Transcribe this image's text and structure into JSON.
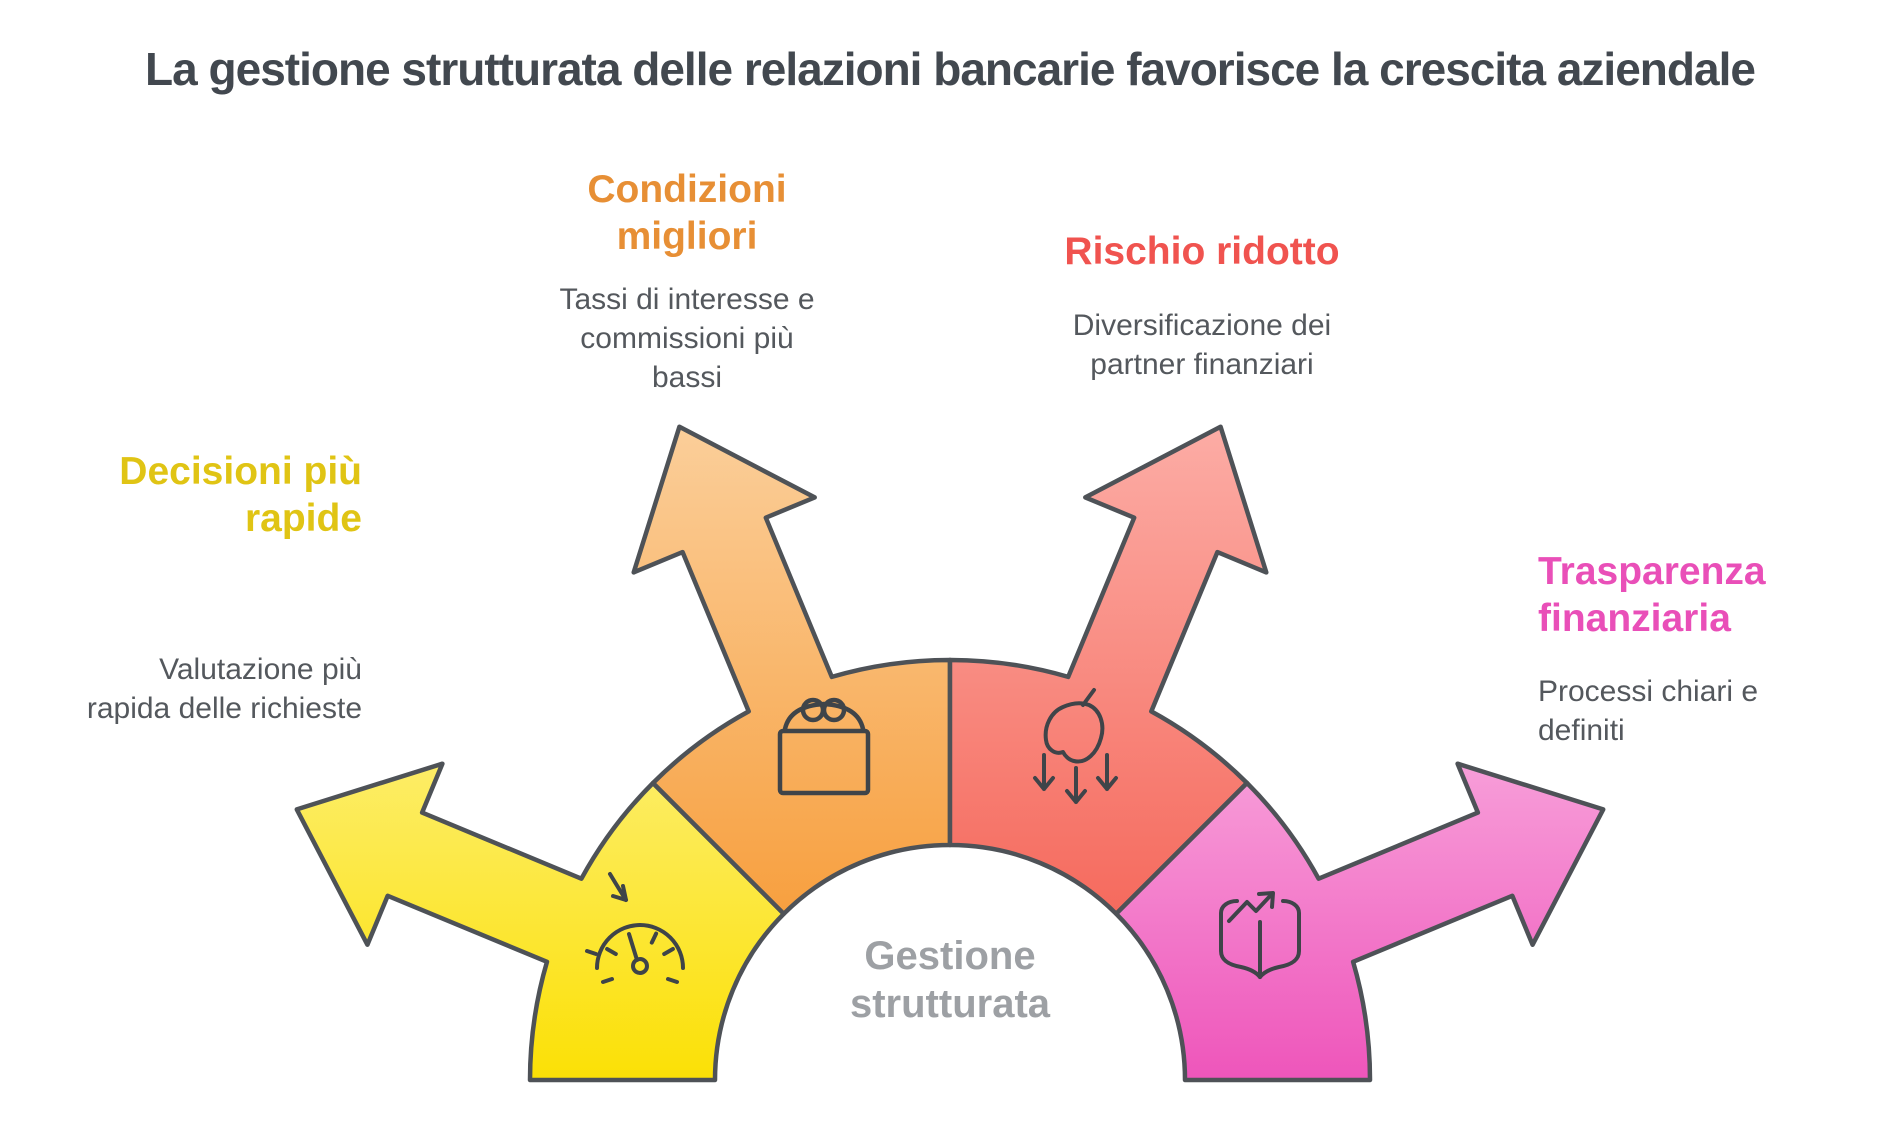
{
  "title": "La gestione strutturata delle relazioni bancarie favorisce la crescita aziendale",
  "center_label": {
    "line1": "Gestione",
    "line2": "strutturata"
  },
  "colors": {
    "yellow_fill_top": "#FDEE6E",
    "yellow_fill_bottom": "#FBE004",
    "orange_fill_top": "#FBCF9B",
    "orange_fill_bottom": "#F79E3C",
    "red_fill_top": "#FCADA6",
    "red_fill_bottom": "#F5685B",
    "pink_fill_top": "#F8A3DB",
    "pink_fill_bottom": "#EE54BA",
    "outline": "#4E5257",
    "icon_stroke": "#3F4449",
    "main_title_text": "#42484F",
    "subtitle_text": "#54585D",
    "center_text": "#9DA0A4",
    "yellow_title_text": "#E0C414",
    "orange_title_text": "#E78F35",
    "red_title_text": "#F0534F",
    "pink_title_text": "#E94FB8"
  },
  "segments": [
    {
      "name": "decisioni-piu-rapide",
      "title": "Decisioni più rapide",
      "title_lines": [
        "Decisioni più",
        "rapide"
      ],
      "description": "Valutazione più rapida delle richieste",
      "desc_lines": [
        "Valutazione più",
        "rapida delle richieste"
      ],
      "icon": "speedometer-icon"
    },
    {
      "name": "condizioni-migliori",
      "title": "Condizioni migliori",
      "title_lines": [
        "Condizioni",
        "migliori"
      ],
      "description": "Tassi di interesse e commissioni più bassi",
      "desc_lines": [
        "Tassi di interesse e",
        "commissioni più",
        "bassi"
      ],
      "icon": "coin-purse-icon"
    },
    {
      "name": "rischio-ridotto",
      "title": "Rischio ridotto",
      "title_lines": [
        "Rischio ridotto"
      ],
      "description": "Diversificazione dei partner finanziari",
      "desc_lines": [
        "Diversificazione dei",
        "partner finanziari"
      ],
      "icon": "falling-apple-icon"
    },
    {
      "name": "trasparenza-finanziaria",
      "title": "Trasparenza finanziaria",
      "title_lines": [
        "Trasparenza",
        "finanziaria"
      ],
      "description": "Processi chiari e definiti",
      "desc_lines": [
        "Processi chiari e",
        "definiti"
      ],
      "icon": "open-book-growth-icon"
    }
  ]
}
